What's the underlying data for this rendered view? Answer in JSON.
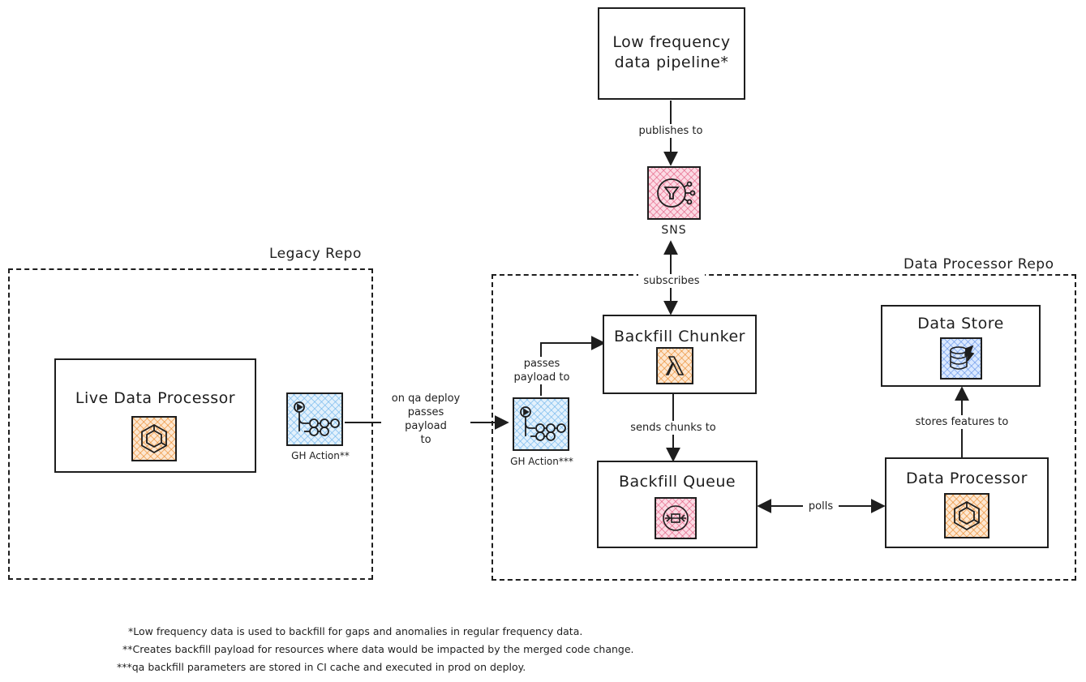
{
  "nodes": {
    "low_freq": {
      "label_line1": "Low frequency",
      "label_line2": "data pipeline*"
    },
    "sns": {
      "caption": "SNS",
      "icon": "sns-icon"
    },
    "live_processor": {
      "label": "Live Data Processor",
      "icon": "ecs-icon"
    },
    "gh_action_legacy": {
      "caption": "GH Action**",
      "icon": "github-actions-icon"
    },
    "gh_action_dp": {
      "caption": "GH Action***",
      "icon": "github-actions-icon"
    },
    "backfill_chunker": {
      "label": "Backfill Chunker",
      "icon": "lambda-icon"
    },
    "backfill_queue": {
      "label": "Backfill Queue",
      "icon": "sqs-icon"
    },
    "data_store": {
      "label": "Data Store",
      "icon": "database-icon"
    },
    "data_processor": {
      "label": "Data Processor",
      "icon": "ecs-icon"
    }
  },
  "groups": {
    "legacy": {
      "label": "Legacy Repo"
    },
    "data_processor_repo": {
      "label": "Data Processor Repo"
    }
  },
  "edges": {
    "publishes_to": "publishes to",
    "subscribes": "subscribes",
    "on_qa_deploy": [
      "on qa deploy",
      "passes",
      "payload",
      "to"
    ],
    "passes_payload_to": [
      "passes",
      "payload to"
    ],
    "sends_chunks_to": "sends chunks to",
    "polls": "polls",
    "stores_features_to": "stores features to"
  },
  "footnotes": [
    "*Low frequency data is used to backfill for gaps and anomalies in regular frequency data.",
    "**Creates backfill payload for resources where data would be impacted by the merged code change.",
    "***qa backfill parameters are stored in CI cache and executed in prod on deploy."
  ],
  "colors": {
    "stroke": "#1e1e1e",
    "compute_orange": "#e8821e",
    "messaging_pink": "#e15078",
    "database_blue": "#5a8ce6",
    "gh_action_blue": "#6eb4eb"
  }
}
